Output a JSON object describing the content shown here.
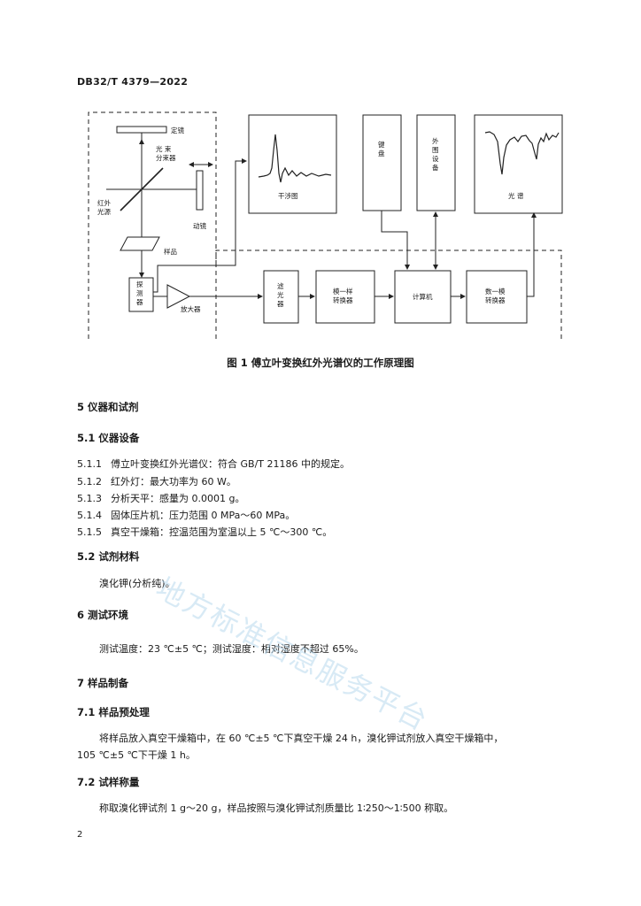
{
  "header": {
    "code": "DB32/T 4379—2022"
  },
  "figure": {
    "caption": "图 1   傅立叶变换红外光谱仪的工作原理图",
    "labels": {
      "fixed_mirror": "定镜",
      "beam_splitter": "光  束\n分束器",
      "ir_source": "红外\n光源",
      "moving_mirror": "动镜",
      "sample": "样品",
      "detector": "探\n测\n器",
      "amplifier": "放大器",
      "interferogram": "干涉图",
      "keyboard": "键\n\n盘",
      "peripheral": "外\n围\n设\n备",
      "spectrum": "光  谱",
      "filter": "滤\n光\n器",
      "ad_converter": "模一样\n转换器",
      "computer": "计算机",
      "da_converter": "数一模\n转换器"
    }
  },
  "sections": [
    {
      "id": "s5",
      "text": "5   仪器和试剂"
    },
    {
      "id": "s51",
      "text": "5.1   仪器设备"
    },
    {
      "id": "s52",
      "text": "5.2   试剂材料"
    },
    {
      "id": "s6",
      "text": "6   测试环境"
    },
    {
      "id": "s7",
      "text": "7   样品制备"
    },
    {
      "id": "s71",
      "text": "7.1   样品预处理"
    },
    {
      "id": "s72",
      "text": "7.2   试样称量"
    }
  ],
  "items": [
    {
      "num": "5.1.1",
      "text": "傅立叶变换红外光谱仪：符合 GB/T 21186 中的规定。"
    },
    {
      "num": "5.1.2",
      "text": "红外灯：最大功率为 60 W。"
    },
    {
      "num": "5.1.3",
      "text": "分析天平：感量为 0.0001 g。"
    },
    {
      "num": "5.1.4",
      "text": "固体压片机：压力范围 0 MPa～60 MPa。"
    },
    {
      "num": "5.1.5",
      "text": "真空干燥箱：控温范围为室温以上 5 ℃～300 ℃。"
    }
  ],
  "paragraphs": {
    "reagent": "溴化钾(分析纯)。",
    "env": "测试温度：23 ℃±5 ℃；测试湿度：相对湿度不超过 65%。",
    "pretreat_1": "将样品放入真空干燥箱中，在 60 ℃±5 ℃下真空干燥 24 h，溴化钾试剂放入真空干燥箱中，",
    "pretreat_2": "105 ℃±5 ℃下干燥 1 h。",
    "weigh": "称取溴化钾试剂 1 g～20 g，样品按照与溴化钾试剂质量比 1∶250～1∶500 称取。"
  },
  "page_number": "2",
  "watermark": "地方标准信息服务平台"
}
